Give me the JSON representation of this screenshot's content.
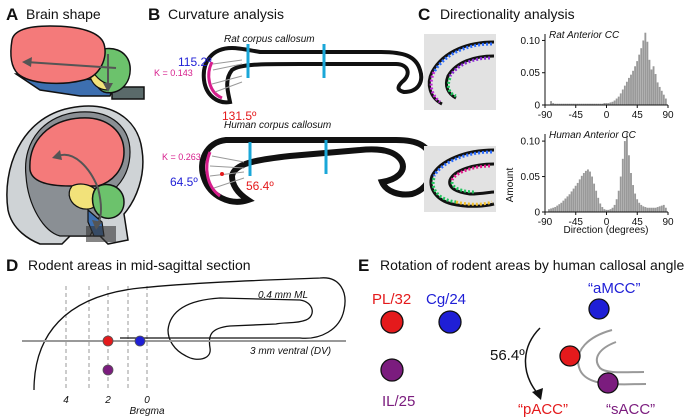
{
  "panels": {
    "A": {
      "letter": "A",
      "title": "Brain shape"
    },
    "B": {
      "letter": "B",
      "title": "Curvature analysis",
      "rat_label": "Rat corpus callosum",
      "rat_angle_top": "115.2º",
      "rat_angle_bottom": "131.5º",
      "rat_k": "K = 0.143",
      "human_label": "Human corpus callosum",
      "human_angle_left": "64.5º",
      "human_angle_mid": "56.4º",
      "human_k": "K = 0.263"
    },
    "C": {
      "letter": "C",
      "title": "Directionality analysis",
      "ylabel": "Amount",
      "xlabel": "Direction (degrees)"
    },
    "D": {
      "letter": "D",
      "title": "Rodent areas in mid-sagittal section",
      "ml_label": "0.4 mm ML",
      "dv_label": "3 mm ventral (DV)",
      "ticks": [
        "4",
        "2",
        "0"
      ],
      "bregma": "Bregma"
    },
    "E": {
      "letter": "E",
      "title": "Rotation of rodent areas by human callosal angle",
      "pl": "PL/32",
      "cg": "Cg/24",
      "il": "IL/25",
      "angle": "56.4º",
      "amcc": "“aMCC”",
      "pacc": "“pACC”",
      "sacc": "“sACC”"
    }
  },
  "colors": {
    "red": "#e41a1c",
    "blue": "#1f1fd6",
    "purple": "#7b1c7e",
    "magenta": "#d61e8c",
    "cyan": "#1aa7d8",
    "bar": "#999999"
  },
  "chart_data": [
    {
      "type": "bar",
      "title": "Rat Anterior CC",
      "xlabel": "",
      "ylabel": "Amount",
      "xlim": [
        -90,
        90
      ],
      "ylim": [
        0,
        0.11
      ],
      "xticks": [
        -90,
        -45,
        0,
        45,
        90
      ],
      "yticks": [
        0,
        0.05,
        0.1
      ],
      "bin_width": 3,
      "x": [
        -81,
        -78,
        -75,
        -72,
        -69,
        -66,
        -63,
        -60,
        -57,
        -54,
        -51,
        -48,
        -45,
        -42,
        -39,
        -36,
        -33,
        -30,
        -27,
        -24,
        -21,
        -18,
        -15,
        -12,
        -9,
        -6,
        -3,
        0,
        3,
        6,
        9,
        12,
        15,
        18,
        21,
        24,
        27,
        30,
        33,
        36,
        39,
        42,
        45,
        48,
        51,
        54,
        57,
        60,
        63,
        66,
        69,
        72,
        75,
        78,
        81,
        84,
        87
      ],
      "values": [
        0.006,
        0.003,
        0.002,
        0.002,
        0.002,
        0.002,
        0.002,
        0.002,
        0.002,
        0.002,
        0.002,
        0.002,
        0.002,
        0.002,
        0.002,
        0.002,
        0.002,
        0.002,
        0.002,
        0.002,
        0.002,
        0.002,
        0.002,
        0.002,
        0.002,
        0.002,
        0.003,
        0.003,
        0.003,
        0.004,
        0.005,
        0.007,
        0.01,
        0.013,
        0.018,
        0.024,
        0.03,
        0.036,
        0.042,
        0.047,
        0.053,
        0.06,
        0.068,
        0.078,
        0.088,
        0.1,
        0.112,
        0.098,
        0.07,
        0.055,
        0.06,
        0.048,
        0.035,
        0.028,
        0.022,
        0.016,
        0.01
      ]
    },
    {
      "type": "bar",
      "title": "Human Anterior CC",
      "xlabel": "Direction (degrees)",
      "ylabel": "Amount",
      "xlim": [
        -90,
        90
      ],
      "ylim": [
        0,
        0.11
      ],
      "xticks": [
        -90,
        -45,
        0,
        45,
        90
      ],
      "yticks": [
        0,
        0.05,
        0.1
      ],
      "bin_width": 3,
      "x": [
        -84,
        -81,
        -78,
        -75,
        -72,
        -69,
        -66,
        -63,
        -60,
        -57,
        -54,
        -51,
        -48,
        -45,
        -42,
        -39,
        -36,
        -33,
        -30,
        -27,
        -24,
        -21,
        -18,
        -15,
        -12,
        -9,
        -6,
        -3,
        0,
        3,
        6,
        9,
        12,
        15,
        18,
        21,
        24,
        27,
        30,
        33,
        36,
        39,
        42,
        45,
        48,
        51,
        54,
        57,
        60,
        63,
        66,
        69,
        72,
        75,
        78,
        81,
        84,
        87
      ],
      "values": [
        0.004,
        0.005,
        0.006,
        0.007,
        0.009,
        0.011,
        0.013,
        0.016,
        0.019,
        0.022,
        0.025,
        0.029,
        0.033,
        0.037,
        0.041,
        0.046,
        0.051,
        0.055,
        0.058,
        0.06,
        0.057,
        0.05,
        0.04,
        0.03,
        0.02,
        0.012,
        0.007,
        0.004,
        0.003,
        0.003,
        0.004,
        0.006,
        0.01,
        0.018,
        0.03,
        0.05,
        0.075,
        0.1,
        0.112,
        0.08,
        0.055,
        0.038,
        0.026,
        0.018,
        0.013,
        0.01,
        0.008,
        0.007,
        0.006,
        0.006,
        0.006,
        0.006,
        0.006,
        0.007,
        0.008,
        0.009,
        0.01,
        0.006
      ]
    }
  ]
}
